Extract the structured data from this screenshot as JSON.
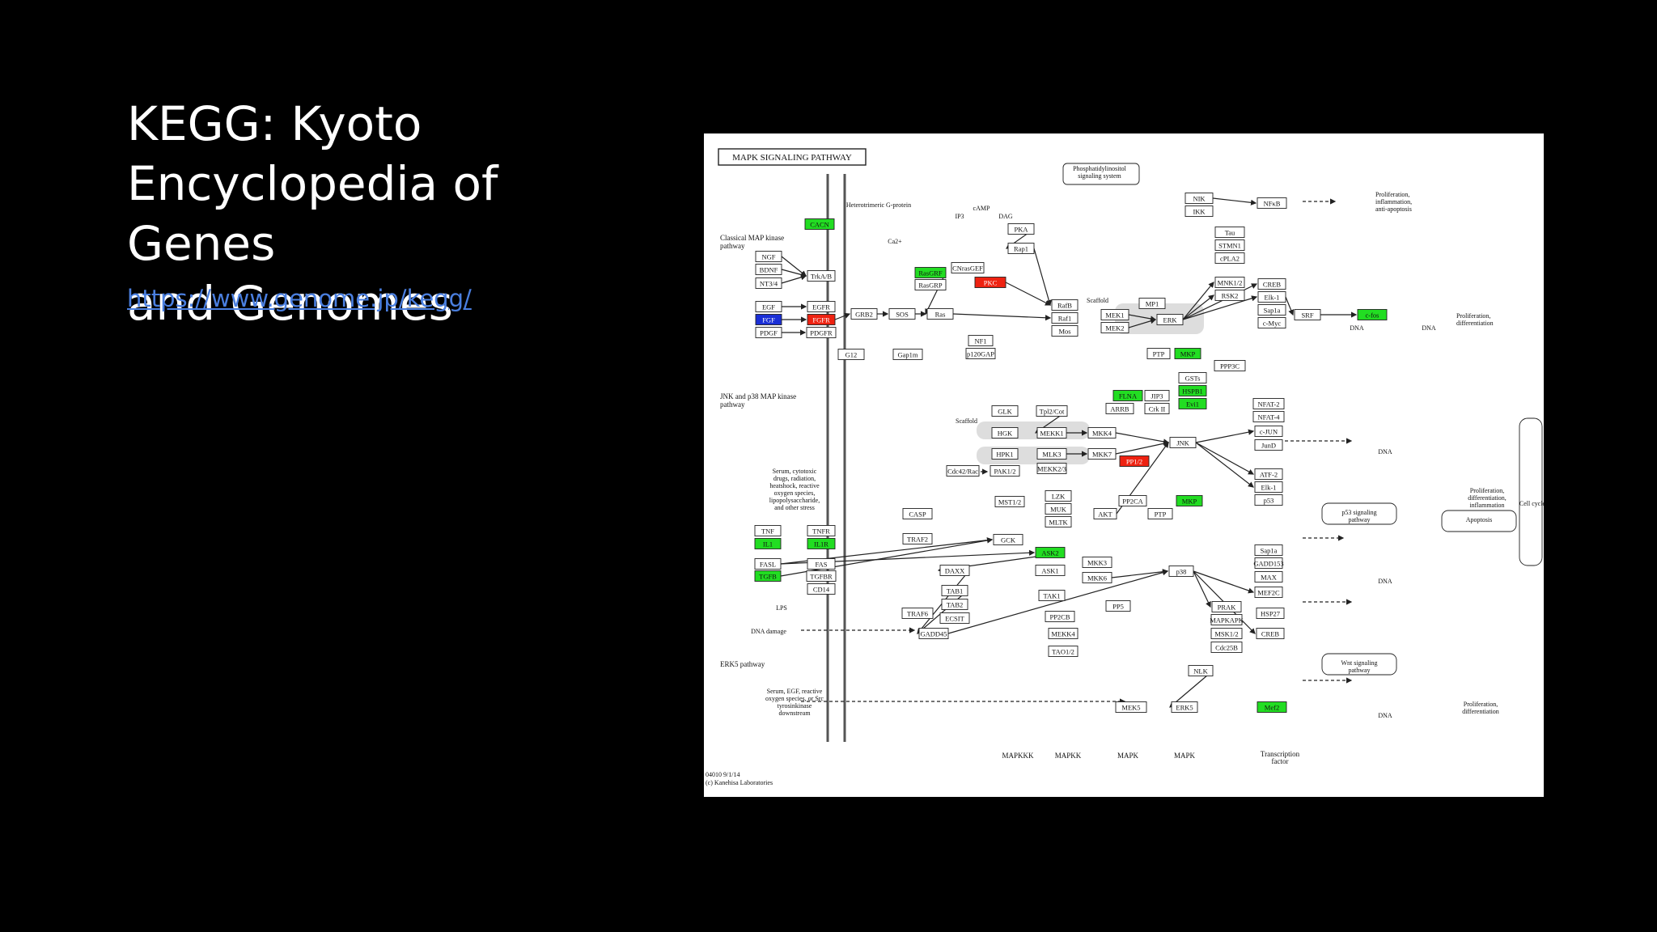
{
  "slide": {
    "title_lines": [
      "KEGG: Kyoto",
      "Encyclopedia of Genes",
      "and Genomes"
    ],
    "link_text": "https://www.genome.jp/kegg/"
  },
  "colors": {
    "background": "#000000",
    "title": "#ffffff",
    "link": "#4a7fe0",
    "up": "#22dd22",
    "down": "#ee2211",
    "blue": "#1a2fd6"
  },
  "pathway": {
    "title": "MAPK SIGNALING PATHWAY",
    "section_labels": [
      "Classical MAP kinase pathway",
      "JNK and p38 MAP kinase pathway",
      "ERK5 pathway"
    ],
    "stimuli": [
      "Serum, cytotoxic drugs, radiation, heatshock, reactive oxygen species, lipopolysaccharide, and other stress",
      "DNA damage",
      "Serum, EGF, reactive oxygen species, or Src tyrosinkinase downstream"
    ],
    "bottom_labels": [
      "MAPKKK",
      "MAPKK",
      "MAPK",
      "MAPK",
      "Transcription factor"
    ],
    "footer": [
      "04010 9/1/14",
      "(c) Kanehisa Laboratories"
    ],
    "misc_labels": [
      "Phosphatidylinositol signaling system",
      "Heterotrimeric G-protein",
      "cAMP",
      "DAG",
      "IP3",
      "Ca2+",
      "Scaffold",
      "Scaffold",
      "LPS",
      "DNA",
      "DNA",
      "DNA",
      "DNA",
      "DNA"
    ],
    "outcomes": [
      "Proliferation, inflammation, anti-apoptosis",
      "Proliferation, differentiation",
      "Proliferation, differentiation, inflammation",
      "Apoptosis",
      "Cell cycle",
      "p53 signaling pathway",
      "Wnt signaling pathway",
      "Proliferation, differentiation"
    ],
    "nodes": [
      {
        "label": "CACN",
        "color": "up"
      },
      {
        "label": "NGF",
        "color": ""
      },
      {
        "label": "BDNF",
        "color": ""
      },
      {
        "label": "NT3/4",
        "color": ""
      },
      {
        "label": "EGF",
        "color": ""
      },
      {
        "label": "FGF",
        "color": "blue"
      },
      {
        "label": "PDGF",
        "color": ""
      },
      {
        "label": "TrkA/B",
        "color": ""
      },
      {
        "label": "EGFR",
        "color": ""
      },
      {
        "label": "FGFR",
        "color": "down"
      },
      {
        "label": "PDGFR",
        "color": ""
      },
      {
        "label": "GRB2",
        "color": ""
      },
      {
        "label": "SOS",
        "color": ""
      },
      {
        "label": "Ras",
        "color": ""
      },
      {
        "label": "G12",
        "color": ""
      },
      {
        "label": "Gap1m",
        "color": ""
      },
      {
        "label": "RasGRF",
        "color": "up"
      },
      {
        "label": "RasGRP",
        "color": ""
      },
      {
        "label": "CNrasGEF",
        "color": ""
      },
      {
        "label": "PKC",
        "color": "down"
      },
      {
        "label": "PKA",
        "color": ""
      },
      {
        "label": "Rap1",
        "color": ""
      },
      {
        "label": "NF1",
        "color": ""
      },
      {
        "label": "p120GAP",
        "color": ""
      },
      {
        "label": "RafB",
        "color": ""
      },
      {
        "label": "Raf1",
        "color": ""
      },
      {
        "label": "Mos",
        "color": ""
      },
      {
        "label": "MP1",
        "color": ""
      },
      {
        "label": "MEK1",
        "color": ""
      },
      {
        "label": "MEK2",
        "color": ""
      },
      {
        "label": "ERK",
        "color": ""
      },
      {
        "label": "PTP",
        "color": ""
      },
      {
        "label": "MKP",
        "color": "up"
      },
      {
        "label": "NIK",
        "color": ""
      },
      {
        "label": "IKK",
        "color": ""
      },
      {
        "label": "NFκB",
        "color": ""
      },
      {
        "label": "Tau",
        "color": ""
      },
      {
        "label": "STMN1",
        "color": ""
      },
      {
        "label": "cPLA2",
        "color": ""
      },
      {
        "label": "MNK1/2",
        "color": ""
      },
      {
        "label": "RSK2",
        "color": ""
      },
      {
        "label": "CREB",
        "color": ""
      },
      {
        "label": "Elk-1",
        "color": ""
      },
      {
        "label": "Sap1a",
        "color": ""
      },
      {
        "label": "c-Myc",
        "color": ""
      },
      {
        "label": "SRF",
        "color": ""
      },
      {
        "label": "c-fos",
        "color": "up"
      },
      {
        "label": "PPP3C",
        "color": ""
      },
      {
        "label": "GSTs",
        "color": ""
      },
      {
        "label": "HSPB1",
        "color": "up"
      },
      {
        "label": "Evi1",
        "color": "up"
      },
      {
        "label": "NFAT-2",
        "color": ""
      },
      {
        "label": "NFAT-4",
        "color": ""
      },
      {
        "label": "c-JUN",
        "color": ""
      },
      {
        "label": "JunD",
        "color": ""
      },
      {
        "label": "ATF-2",
        "color": ""
      },
      {
        "label": "Elk-1",
        "color": ""
      },
      {
        "label": "p53",
        "color": ""
      },
      {
        "label": "GLK",
        "color": ""
      },
      {
        "label": "HGK",
        "color": ""
      },
      {
        "label": "HPK1",
        "color": ""
      },
      {
        "label": "Tpl2/Cot",
        "color": ""
      },
      {
        "label": "MEKK1",
        "color": ""
      },
      {
        "label": "MLK3",
        "color": ""
      },
      {
        "label": "MEKK2/3",
        "color": ""
      },
      {
        "label": "PAK1/2",
        "color": ""
      },
      {
        "label": "Cdc42/Rac",
        "color": ""
      },
      {
        "label": "MST1/2",
        "color": ""
      },
      {
        "label": "LZK",
        "color": ""
      },
      {
        "label": "MUK",
        "color": ""
      },
      {
        "label": "MLTK",
        "color": ""
      },
      {
        "label": "MKK4",
        "color": ""
      },
      {
        "label": "MKK7",
        "color": ""
      },
      {
        "label": "PP1/2",
        "color": "down"
      },
      {
        "label": "FLNA",
        "color": "up"
      },
      {
        "label": "JIP3",
        "color": ""
      },
      {
        "label": "ARRB",
        "color": ""
      },
      {
        "label": "Crk II",
        "color": ""
      },
      {
        "label": "JNK",
        "color": ""
      },
      {
        "label": "PP2CA",
        "color": ""
      },
      {
        "label": "PTP",
        "color": ""
      },
      {
        "label": "MKP",
        "color": "up"
      },
      {
        "label": "AKT",
        "color": ""
      },
      {
        "label": "TNF",
        "color": ""
      },
      {
        "label": "IL1",
        "color": "up"
      },
      {
        "label": "FASL",
        "color": ""
      },
      {
        "label": "TGFB",
        "color": "up"
      },
      {
        "label": "TNFR",
        "color": ""
      },
      {
        "label": "IL1R",
        "color": "up"
      },
      {
        "label": "FAS",
        "color": ""
      },
      {
        "label": "TGFBR",
        "color": ""
      },
      {
        "label": "CD14",
        "color": ""
      },
      {
        "label": "CASP",
        "color": ""
      },
      {
        "label": "TRAF2",
        "color": ""
      },
      {
        "label": "GCK",
        "color": ""
      },
      {
        "label": "ASK2",
        "color": "up"
      },
      {
        "label": "ASK1",
        "color": ""
      },
      {
        "label": "DAXX",
        "color": ""
      },
      {
        "label": "TAB1",
        "color": ""
      },
      {
        "label": "TAB2",
        "color": ""
      },
      {
        "label": "TAK1",
        "color": ""
      },
      {
        "label": "TRAF6",
        "color": ""
      },
      {
        "label": "ECSIT",
        "color": ""
      },
      {
        "label": "PP2CB",
        "color": ""
      },
      {
        "label": "GADD45",
        "color": ""
      },
      {
        "label": "MEKK4",
        "color": ""
      },
      {
        "label": "TAO1/2",
        "color": ""
      },
      {
        "label": "MKK3",
        "color": ""
      },
      {
        "label": "MKK6",
        "color": ""
      },
      {
        "label": "PP5",
        "color": ""
      },
      {
        "label": "p38",
        "color": ""
      },
      {
        "label": "Sap1a",
        "color": ""
      },
      {
        "label": "GADD153",
        "color": ""
      },
      {
        "label": "MAX",
        "color": ""
      },
      {
        "label": "MEF2C",
        "color": ""
      },
      {
        "label": "PRAK",
        "color": ""
      },
      {
        "label": "HSP27",
        "color": ""
      },
      {
        "label": "MAPKAPK",
        "color": ""
      },
      {
        "label": "MSK1/2",
        "color": ""
      },
      {
        "label": "CREB",
        "color": ""
      },
      {
        "label": "Cdc25B",
        "color": ""
      },
      {
        "label": "NLK",
        "color": ""
      },
      {
        "label": "MEK5",
        "color": ""
      },
      {
        "label": "ERK5",
        "color": ""
      },
      {
        "label": "Mef2",
        "color": "up"
      }
    ]
  }
}
